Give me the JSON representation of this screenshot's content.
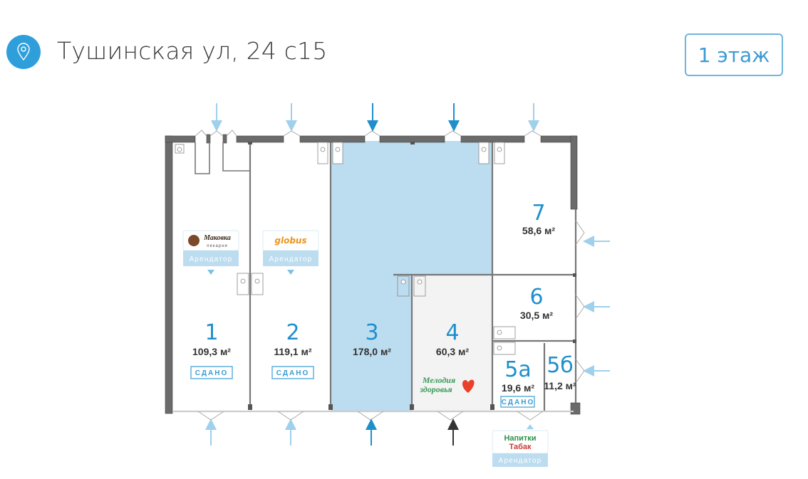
{
  "header": {
    "address": "Тушинская ул, 24 с15",
    "icon": "map-pin-icon",
    "floor_button": "1 этаж"
  },
  "colors": {
    "accent": "#2f9fdc",
    "selected_fill": "#bcdcef",
    "occupied_fill": "#f3f3f3",
    "wall": "#6b6b6b",
    "arrow_light": "#9fd0ec",
    "arrow_dark": "#1f8fcc"
  },
  "units": [
    {
      "id": "1",
      "area": "109,3 м²",
      "status": "СДАНО"
    },
    {
      "id": "2",
      "area": "119,1 м²",
      "status": "СДАНО"
    },
    {
      "id": "3",
      "area": "178,0 м²",
      "status": ""
    },
    {
      "id": "4",
      "area": "60,3 м²",
      "status": ""
    },
    {
      "id": "5а",
      "area": "19,6 м²",
      "status": "СДАНО"
    },
    {
      "id": "5б",
      "area": "11,2 м²",
      "status": ""
    },
    {
      "id": "6",
      "area": "30,5 м²",
      "status": ""
    },
    {
      "id": "7",
      "area": "58,6 м²",
      "status": ""
    }
  ],
  "tenants": [
    {
      "unit": "1",
      "brand_line1": "Маковка",
      "brand_line2": "пекарня",
      "label": "Арендатор"
    },
    {
      "unit": "2",
      "brand_line1": "globus",
      "brand_line2": "",
      "label": "Арендатор"
    },
    {
      "unit": "4",
      "brand_line1": "Мелодия",
      "brand_line2": "здоровья",
      "label": ""
    },
    {
      "unit": "5а",
      "brand_line1": "Напитки",
      "brand_line2": "Табак",
      "label": "Арендатор"
    }
  ]
}
